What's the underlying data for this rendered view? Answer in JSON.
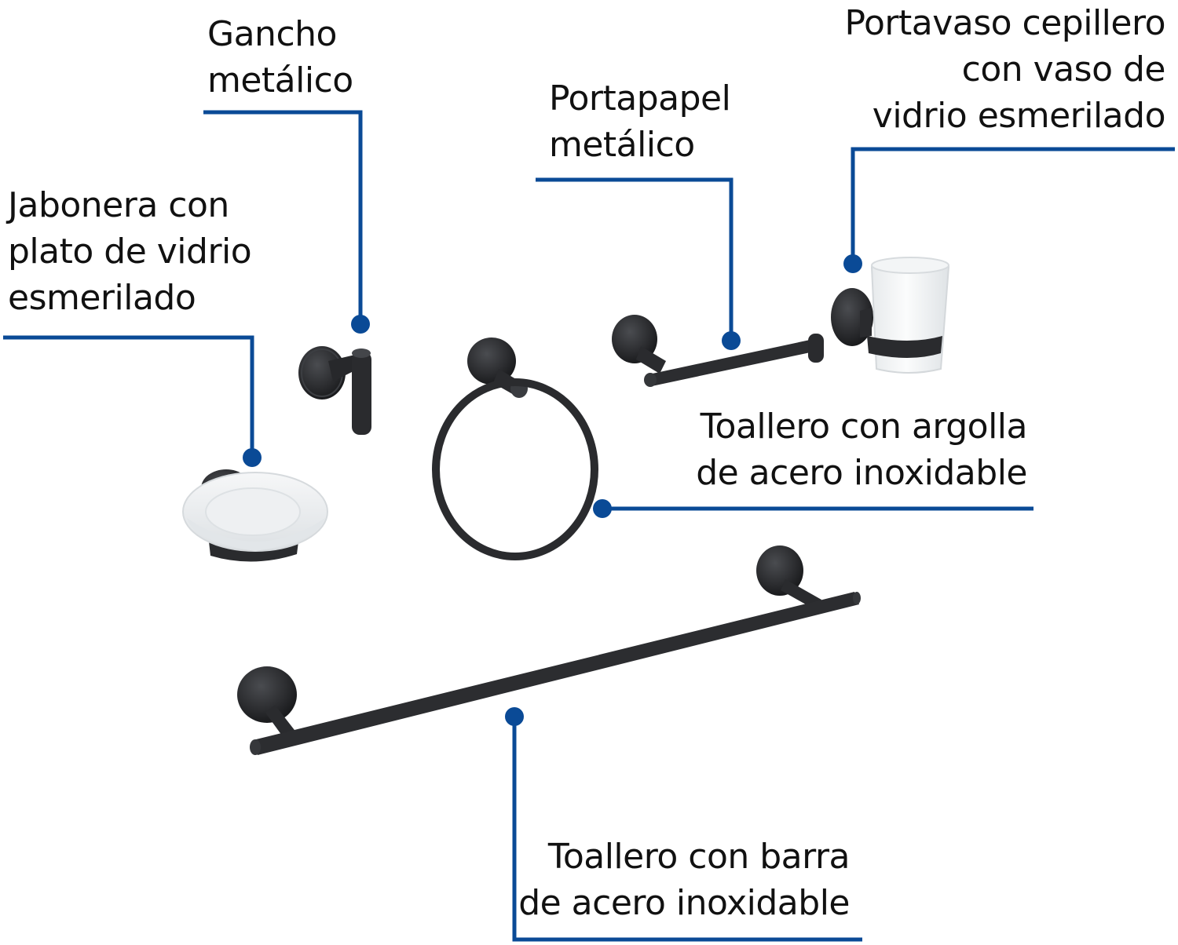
{
  "colors": {
    "callout_line": "#0a4a96",
    "fixture_metal": "#2c2d30",
    "frosted_glass": "#eef0f1",
    "label_text": "#111111",
    "background": "#ffffff"
  },
  "labels": {
    "gancho": [
      "Gancho",
      "metálico"
    ],
    "jabonera": [
      "Jabonera con",
      "plato de vidrio",
      "esmerilado"
    ],
    "portapapel": [
      "Portapapel",
      "metálico"
    ],
    "portavaso": [
      "Portavaso cepillero",
      "con vaso de",
      "vidrio esmerilado"
    ],
    "argolla": [
      "Toallero con argolla",
      "de acero inoxidable"
    ],
    "barra": [
      "Toallero con barra",
      "de acero inoxidable"
    ]
  },
  "items": [
    "gancho-metalico",
    "jabonera",
    "portapapel",
    "portavaso-cepillero",
    "toallero-argolla",
    "toallero-barra"
  ]
}
